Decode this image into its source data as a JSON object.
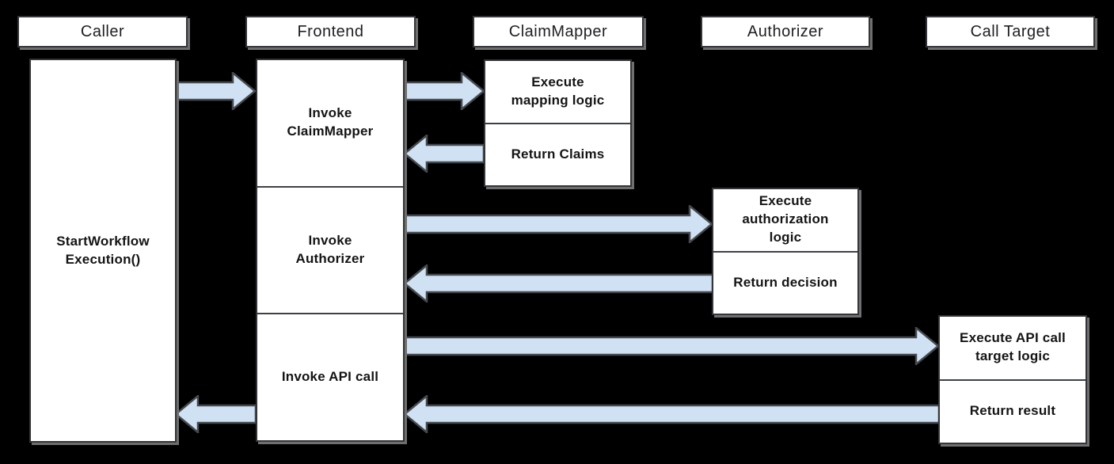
{
  "colors": {
    "background": "#000000",
    "box_fill": "#ffffff",
    "box_border": "#333538",
    "divider": "#3d4145",
    "shadow": "#6f6f6f",
    "arrow_fill": "#d0e1f3",
    "arrow_stroke": "#45494e",
    "header_text": "#1f1f1f",
    "label_text": "#141414"
  },
  "lanes": [
    {
      "label": "Caller"
    },
    {
      "label": "Frontend"
    },
    {
      "label": "ClaimMapper"
    },
    {
      "label": "Authorizer"
    },
    {
      "label": "Call Target"
    }
  ],
  "boxes": {
    "caller": {
      "sections": [
        {
          "label": "StartWorkflow\nExecution()"
        }
      ]
    },
    "frontend": {
      "sections": [
        {
          "label": "Invoke\nClaimMapper"
        },
        {
          "label": "Invoke\nAuthorizer"
        },
        {
          "label": "Invoke API call"
        }
      ]
    },
    "claimmapper": {
      "sections": [
        {
          "label": "Execute\nmapping logic"
        },
        {
          "label": "Return Claims"
        }
      ]
    },
    "authorizer": {
      "sections": [
        {
          "label": "Execute\nauthorization\nlogic"
        },
        {
          "label": "Return decision"
        }
      ]
    },
    "calltarget": {
      "sections": [
        {
          "label": "Execute API call\ntarget logic"
        },
        {
          "label": "Return result"
        }
      ]
    }
  },
  "arrows": [
    {
      "from": "Caller",
      "to": "Frontend"
    },
    {
      "from": "Frontend",
      "to": "ClaimMapper"
    },
    {
      "from": "ClaimMapper",
      "to": "Frontend"
    },
    {
      "from": "Frontend",
      "to": "Authorizer"
    },
    {
      "from": "Authorizer",
      "to": "Frontend"
    },
    {
      "from": "Frontend",
      "to": "Call Target"
    },
    {
      "from": "Call Target",
      "to": "Frontend"
    },
    {
      "from": "Frontend",
      "to": "Caller"
    }
  ]
}
